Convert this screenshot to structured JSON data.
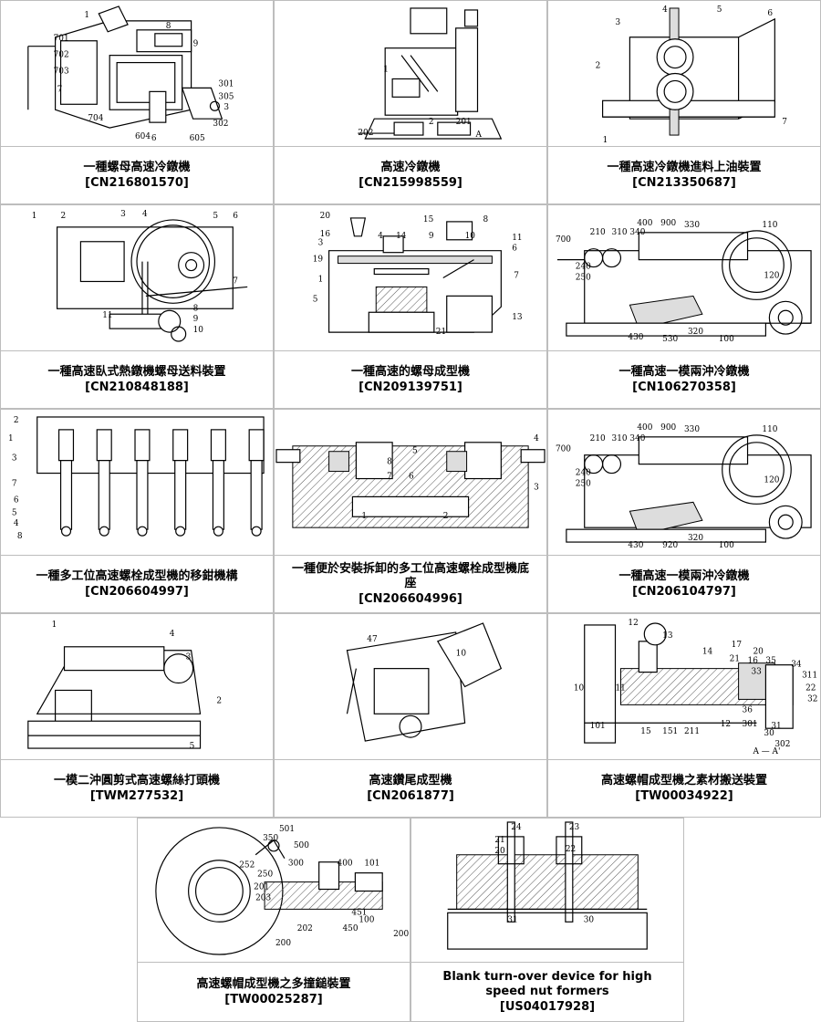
{
  "patents": [
    {
      "title": "一種螺母高速冷鐓機",
      "code": "[CN216801570]",
      "labels": [
        "1",
        "701",
        "702",
        "703",
        "7",
        "704",
        "8",
        "9",
        "301",
        "305",
        "3",
        "302",
        "604",
        "6",
        "605"
      ]
    },
    {
      "title": "高速冷鐓機",
      "code": "[CN215998559]",
      "labels": [
        "1",
        "202",
        "2",
        "201",
        "A"
      ]
    },
    {
      "title": "一種高速冷鐓機進料上油裝置",
      "code": "[CN213350687]",
      "labels": [
        "3",
        "4",
        "5",
        "6",
        "2",
        "7",
        "1"
      ]
    },
    {
      "title": "一種高速臥式熱鐓機螺母送料裝置",
      "code": "[CN210848188]",
      "labels": [
        "1",
        "2",
        "3",
        "4",
        "5",
        "6",
        "7",
        "8",
        "9",
        "10",
        "11"
      ]
    },
    {
      "title": "一種高速的螺母成型機",
      "code": "[CN209139751]",
      "labels": [
        "20",
        "16",
        "3",
        "19",
        "1",
        "5",
        "4",
        "14",
        "15",
        "9",
        "10",
        "8",
        "11",
        "6",
        "7",
        "13",
        "21"
      ]
    },
    {
      "title": "一種高速一模兩沖冷鐓機",
      "code": "[CN106270358]",
      "labels": [
        "700",
        "210",
        "310",
        "340",
        "400",
        "900",
        "330",
        "110",
        "120",
        "240",
        "250",
        "430",
        "530",
        "320",
        "100"
      ]
    },
    {
      "title": "一種多工位高速螺栓成型機的移鉗機構",
      "code": "[CN206604997]",
      "labels": [
        "2",
        "1",
        "3",
        "7",
        "6",
        "5",
        "4",
        "8"
      ]
    },
    {
      "title": "一種便於安裝拆卸的多工位高速螺栓成型機底座",
      "code": "[CN206604996]",
      "labels": [
        "5",
        "8",
        "7",
        "6",
        "4",
        "3",
        "1",
        "2"
      ]
    },
    {
      "title": "一種高速一模兩沖冷鐓機",
      "code": "[CN206104797]",
      "labels": [
        "700",
        "210",
        "310",
        "340",
        "400",
        "900",
        "330",
        "110",
        "120",
        "240",
        "250",
        "430",
        "920",
        "320",
        "100"
      ]
    },
    {
      "title": "一模二沖圓剪式高速螺絲打頭機",
      "code": "[TWM277532]",
      "labels": [
        "1",
        "4",
        "3",
        "2",
        "5"
      ]
    },
    {
      "title": "高速鑽尾成型機",
      "code": "[CN2061877]",
      "labels": [
        "47",
        "10"
      ]
    },
    {
      "title": "高速螺帽成型機之素材搬送裝置",
      "code": "[TW00034922]",
      "labels": [
        "12",
        "13",
        "17",
        "20",
        "16",
        "35",
        "33",
        "14",
        "21",
        "34",
        "311",
        "11",
        "22",
        "10",
        "32",
        "101",
        "15",
        "151",
        "211",
        "12",
        "36",
        "301",
        "31",
        "30",
        "302",
        "A — A'"
      ]
    },
    {
      "title": "高速螺帽成型機之多撞鎚裝置",
      "code": "[TW00025287]",
      "labels": [
        "350",
        "501",
        "500",
        "252",
        "250",
        "201",
        "203",
        "300",
        "400",
        "101",
        "100",
        "450",
        "202",
        "451",
        "200",
        "200"
      ]
    },
    {
      "title": "Blank turn-over device for high speed nut formers",
      "code": "[US04017928]",
      "labels": [
        "24",
        "23",
        "21",
        "20",
        "22",
        "31",
        "30"
      ]
    }
  ]
}
